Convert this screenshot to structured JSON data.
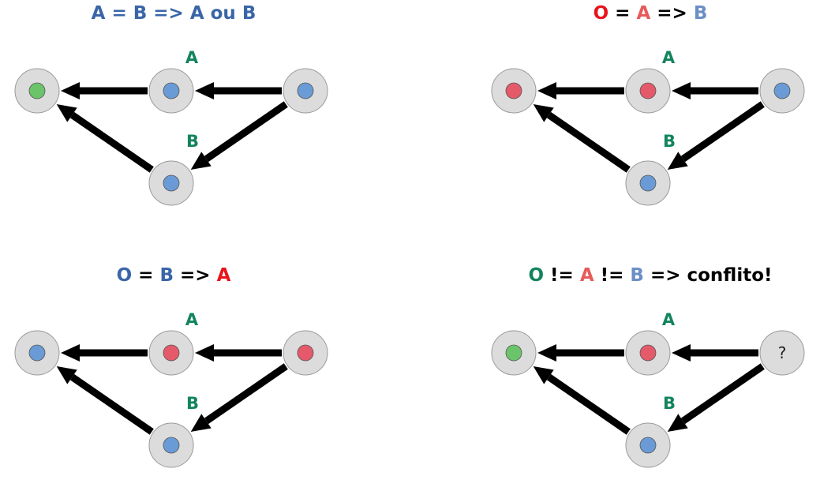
{
  "colors": {
    "blue_dark": "#3a66a8",
    "blue_light": "#6b8fc6",
    "red": "#e8141c",
    "red_light": "#e85a5a",
    "green": "#12845f",
    "black": "#000000",
    "node_outer": "#dcdcdc",
    "dot_blue": "#6a9bd6",
    "dot_red": "#e45a6a",
    "dot_green": "#6cc46a"
  },
  "panels": [
    {
      "id": "p1",
      "title_parts": [
        {
          "text": "A",
          "color": "blue_dark"
        },
        {
          "text": " = ",
          "color": "blue_dark"
        },
        {
          "text": "B",
          "color": "blue_dark"
        },
        {
          "text": " => ",
          "color": "blue_dark"
        },
        {
          "text": "A ou B",
          "color": "blue_dark"
        }
      ],
      "node_label_a": "A",
      "node_label_b": "B",
      "nodes": {
        "o": "dot_green",
        "a": "dot_blue",
        "b": "dot_blue",
        "src": "dot_blue"
      },
      "src_text": ""
    },
    {
      "id": "p2",
      "title_parts": [
        {
          "text": "O",
          "color": "red"
        },
        {
          "text": " = ",
          "color": "black"
        },
        {
          "text": "A",
          "color": "red_light"
        },
        {
          "text": " => ",
          "color": "black"
        },
        {
          "text": "B",
          "color": "blue_light"
        }
      ],
      "node_label_a": "A",
      "node_label_b": "B",
      "nodes": {
        "o": "dot_red",
        "a": "dot_red",
        "b": "dot_blue",
        "src": "dot_blue"
      },
      "src_text": ""
    },
    {
      "id": "p3",
      "title_parts": [
        {
          "text": "O",
          "color": "blue_dark"
        },
        {
          "text": " = ",
          "color": "black"
        },
        {
          "text": "B",
          "color": "blue_dark"
        },
        {
          "text": " => ",
          "color": "black"
        },
        {
          "text": "A",
          "color": "red"
        }
      ],
      "node_label_a": "A",
      "node_label_b": "B",
      "nodes": {
        "o": "dot_blue",
        "a": "dot_red",
        "b": "dot_blue",
        "src": "dot_red"
      },
      "src_text": ""
    },
    {
      "id": "p4",
      "title_parts": [
        {
          "text": "O",
          "color": "green"
        },
        {
          "text": " != ",
          "color": "black"
        },
        {
          "text": "A",
          "color": "red_light"
        },
        {
          "text": " != ",
          "color": "black"
        },
        {
          "text": "B",
          "color": "blue_light"
        },
        {
          "text": " => conflito!",
          "color": "black"
        }
      ],
      "node_label_a": "A",
      "node_label_b": "B",
      "nodes": {
        "o": "dot_green",
        "a": "dot_red",
        "b": "dot_blue",
        "src": "none"
      },
      "src_text": "?"
    }
  ]
}
